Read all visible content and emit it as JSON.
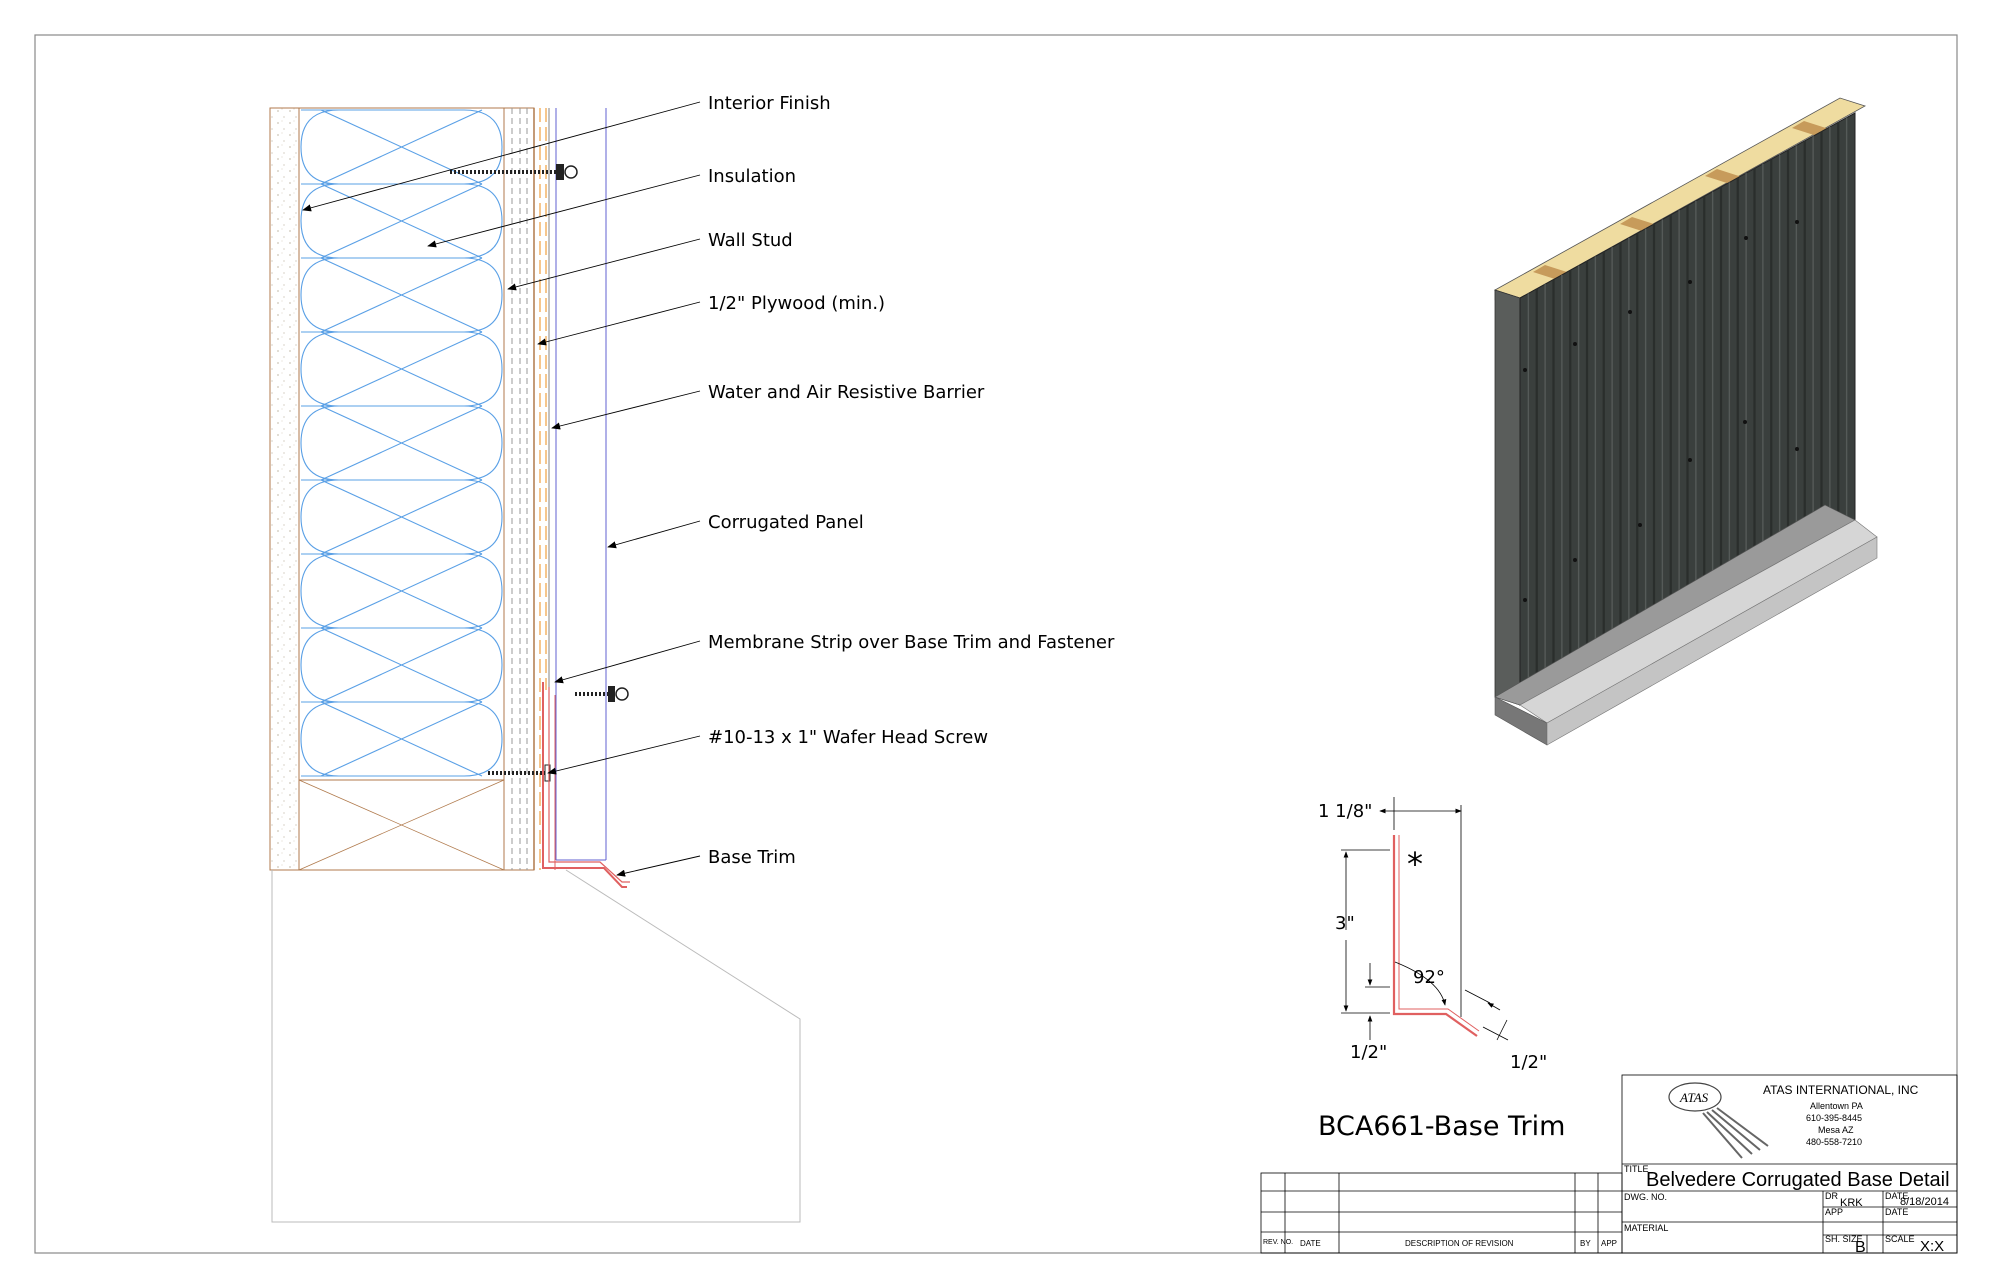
{
  "callouts": [
    "Interior Finish",
    "Insulation",
    "Wall Stud",
    "1/2\" Plywood (min.)",
    "Water and Air Resistive Barrier",
    "Corrugated Panel",
    "Membrane Strip over Base Trim and Fastener",
    "#10-13 x 1\" Wafer Head Screw",
    "Base Trim"
  ],
  "profile": {
    "dim_top": "1 1/8\"",
    "dim_height": "3\"",
    "dim_angle": "92°",
    "dim_bottom_left": "1/2\"",
    "dim_bottom_right": "1/2\"",
    "note_mark": "*",
    "caption": "BCA661-Base Trim"
  },
  "title_block": {
    "company": "ATAS INTERNATIONAL, INC",
    "address": [
      "Allentown PA",
      "610-395-8445",
      "Mesa AZ",
      "480-558-7210"
    ],
    "logo_text": "ATAS",
    "title_label": "TITLE",
    "title": "Belvedere Corrugated Base Detail",
    "dwg_no_label": "DWG. NO.",
    "dr_label": "DR",
    "dr_value": "KRK",
    "date_label": "DATE",
    "date_value": "8/18/2014",
    "app_label": "APP",
    "date2_label": "DATE",
    "material_label": "MATERIAL",
    "sh_size_label": "SH. SIZE",
    "sh_size_value": "B",
    "scale_label": "SCALE",
    "scale_value": "X:X"
  },
  "revision_block": {
    "rev_no": "REV. NO.",
    "date": "DATE",
    "description": "DESCRIPTION OF REVISION",
    "by": "BY",
    "app": "APP"
  },
  "colors": {
    "insulation": "#5aa0e6",
    "wood": "#b07a4c",
    "barrier": "#f0a040",
    "panel_line": "#6060d0",
    "trim": "#e06060",
    "panel_dark": "#3a3f3d",
    "plywood_top": "#efdca0"
  }
}
